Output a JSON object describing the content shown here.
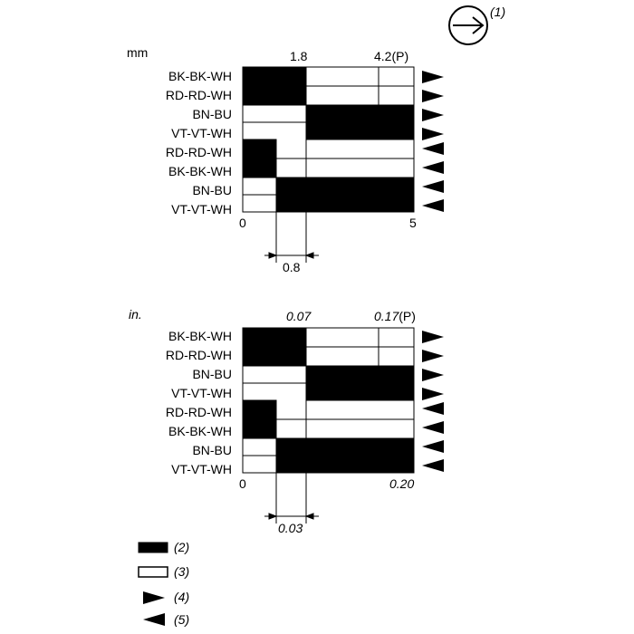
{
  "header": {
    "direction_ref": "(1)"
  },
  "mm_panel": {
    "unit": "mm",
    "top_ticks": [
      "1.8",
      "4.2(P)"
    ],
    "bottom_ticks": [
      "0",
      "5"
    ],
    "dimension": "0.8",
    "rows": [
      {
        "label": "BK-BK-WH",
        "arrow": "right"
      },
      {
        "label": "RD-RD-WH",
        "arrow": "right"
      },
      {
        "label": "BN-BU",
        "arrow": "right"
      },
      {
        "label": "VT-VT-WH",
        "arrow": "right"
      },
      {
        "label": "RD-RD-WH",
        "arrow": "left"
      },
      {
        "label": "BK-BK-WH",
        "arrow": "left"
      },
      {
        "label": "BN-BU",
        "arrow": "left"
      },
      {
        "label": "VT-VT-WH",
        "arrow": "left"
      }
    ]
  },
  "in_panel": {
    "unit": "in.",
    "top_ticks": [
      "0.07",
      "0.17"
    ],
    "top_tick_suffix": "(P)",
    "bottom_ticks": [
      "0",
      "0.20"
    ],
    "dimension": "0.03",
    "rows": [
      {
        "label": "BK-BK-WH",
        "arrow": "right"
      },
      {
        "label": "RD-RD-WH",
        "arrow": "right"
      },
      {
        "label": "BN-BU",
        "arrow": "right"
      },
      {
        "label": "VT-VT-WH",
        "arrow": "right"
      },
      {
        "label": "RD-RD-WH",
        "arrow": "left"
      },
      {
        "label": "BK-BK-WH",
        "arrow": "left"
      },
      {
        "label": "BN-BU",
        "arrow": "left"
      },
      {
        "label": "VT-VT-WH",
        "arrow": "left"
      }
    ]
  },
  "legend": [
    {
      "symbol": "filled-bar",
      "text": "(2)"
    },
    {
      "symbol": "open-bar",
      "text": "(3)"
    },
    {
      "symbol": "right-triangle-icon",
      "text": "(4)"
    },
    {
      "symbol": "left-triangle-icon",
      "text": "(5)"
    }
  ]
}
